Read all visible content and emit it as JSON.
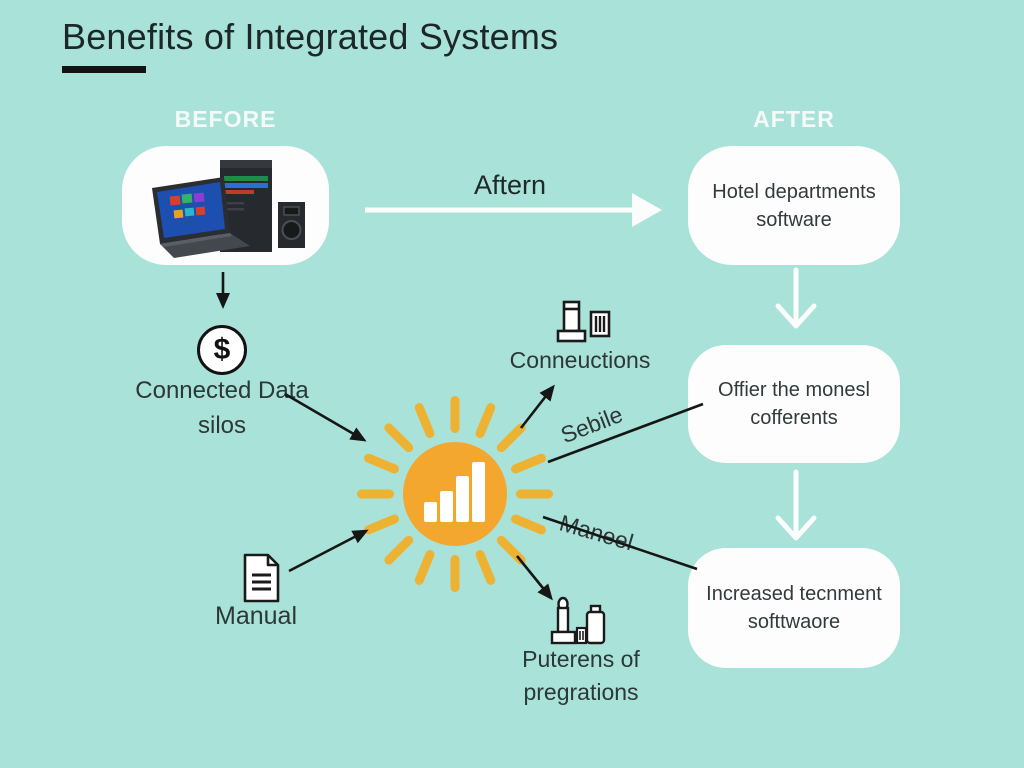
{
  "title": "Benefits of Integrated Systems",
  "columns": {
    "before": "BEFORE",
    "after": "AFTER"
  },
  "flow_arrow": {
    "label": "Aftern"
  },
  "before_column": {
    "computer_image": "laptop-desktop-speaker-photo",
    "dollar_badge": {
      "symbol": "$"
    },
    "connected_label": "Connected Data silos",
    "manual_label": "Manual"
  },
  "after_column": {
    "boxes": [
      {
        "text": "Hotel departments software"
      },
      {
        "text": "Offier the monesl cofferents"
      },
      {
        "text": "Increased tecnment softtwaore"
      }
    ]
  },
  "center": {
    "sun_icon": "sun-bar-chart-icon",
    "conneuctions_label": "Conneuctions",
    "sebile_label": "Sebile",
    "maneel_label": "Maneel",
    "puterens_label": "Puterens of pregrations"
  },
  "colors": {
    "background": "#a9e2d8",
    "card": "#fdfdfd",
    "title-text": "#1d2727",
    "label-text": "#2c3737",
    "column-heading": "#f3faf8",
    "sun-core": "#f4a72e",
    "sun-ray": "#eeb232",
    "arrow-dark": "#161616",
    "arrow-light": "#fafdfc"
  }
}
